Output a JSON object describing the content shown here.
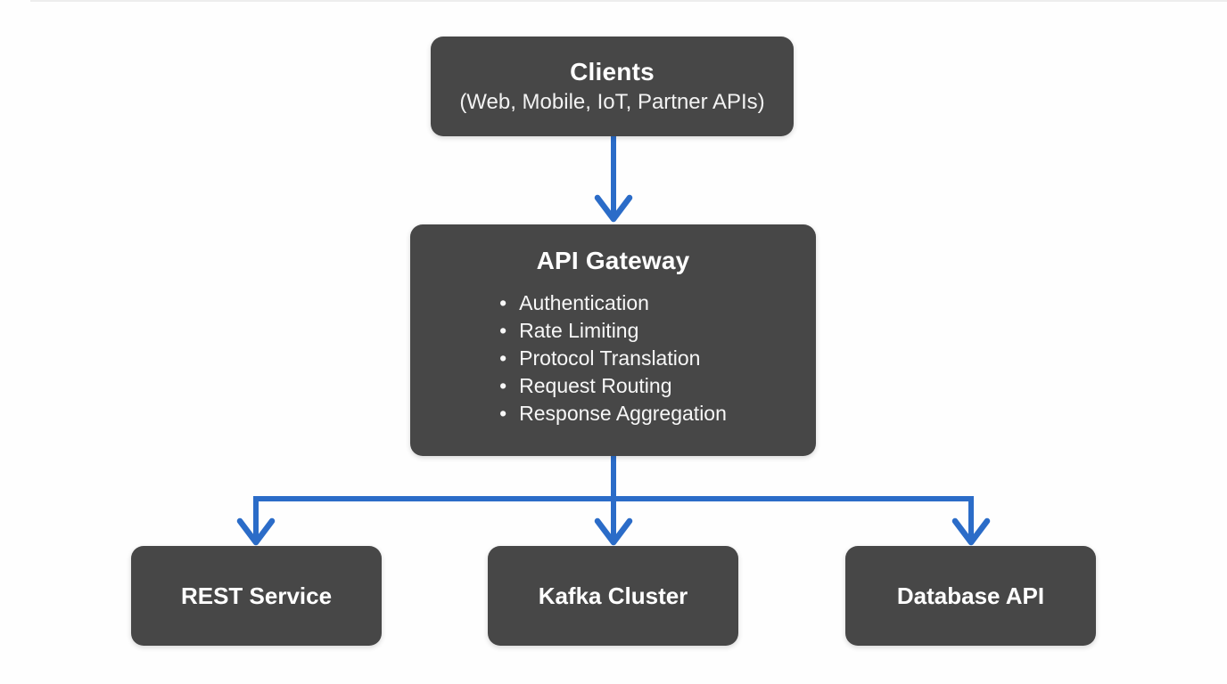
{
  "diagram": {
    "glyphs": {
      "bullet": "•"
    },
    "colors": {
      "background": "#fefefe",
      "node_fill": "#474747",
      "node_text": "#ffffff",
      "subtitle_text": "#f2f2f2",
      "arrow": "#2b6cc8",
      "top_hairline": "#ededed"
    },
    "nodes": {
      "clients": {
        "title": "Clients",
        "subtitle": "(Web, Mobile, IoT, Partner APIs)"
      },
      "gateway": {
        "title": "API Gateway",
        "bullets": [
          "Authentication",
          "Rate Limiting",
          "Protocol Translation",
          "Request Routing",
          "Response Aggregation"
        ]
      },
      "rest": {
        "title": "REST Service"
      },
      "kafka": {
        "title": "Kafka Cluster"
      },
      "database": {
        "title": "Database API"
      }
    }
  }
}
